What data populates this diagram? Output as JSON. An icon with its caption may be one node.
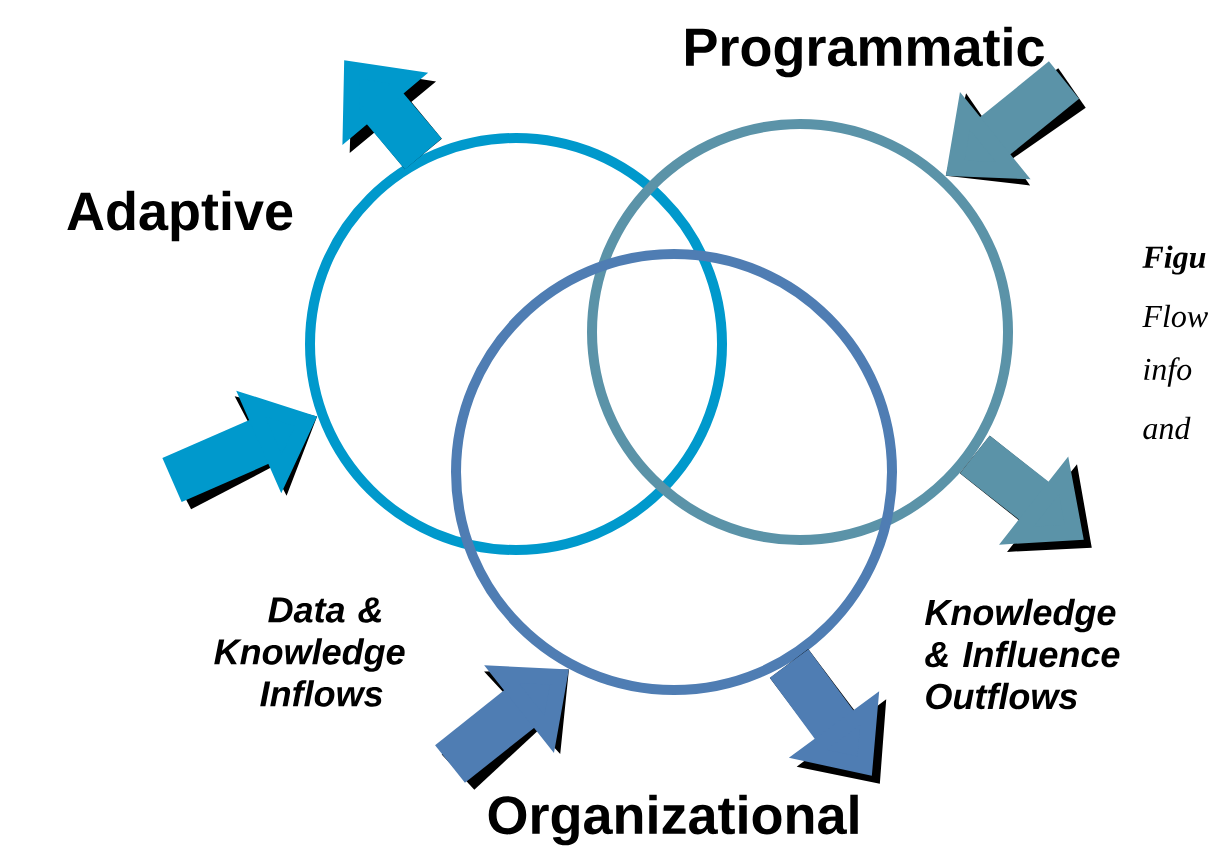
{
  "diagram": {
    "nodes": [
      {
        "text": [
          "Adaptive"
        ]
      },
      {
        "text": [
          "Programmatic"
        ]
      },
      {
        "text": [
          "Organizational"
        ]
      }
    ],
    "edges": [
      {
        "from": 0,
        "to": null,
        "arrow": "to",
        "color": "#0099cc"
      },
      {
        "from": null,
        "to": 0,
        "arrow": "to",
        "color": "#0099cc"
      },
      {
        "from": null,
        "to": 1,
        "arrow": "to",
        "color": "#5b93a8"
      },
      {
        "from": 1,
        "to": null,
        "arrow": "to",
        "color": "#5b93a8"
      },
      {
        "from": null,
        "to": 2,
        "arrow": "to",
        "color": "#4f7db3"
      },
      {
        "from": 2,
        "to": null,
        "arrow": "to",
        "color": "#4f7db3"
      }
    ],
    "labels": [
      "Data & Knowledge Inflows",
      "Knowledge & Influence Outflows",
      "Figu",
      "Flow",
      "info",
      "and"
    ]
  }
}
